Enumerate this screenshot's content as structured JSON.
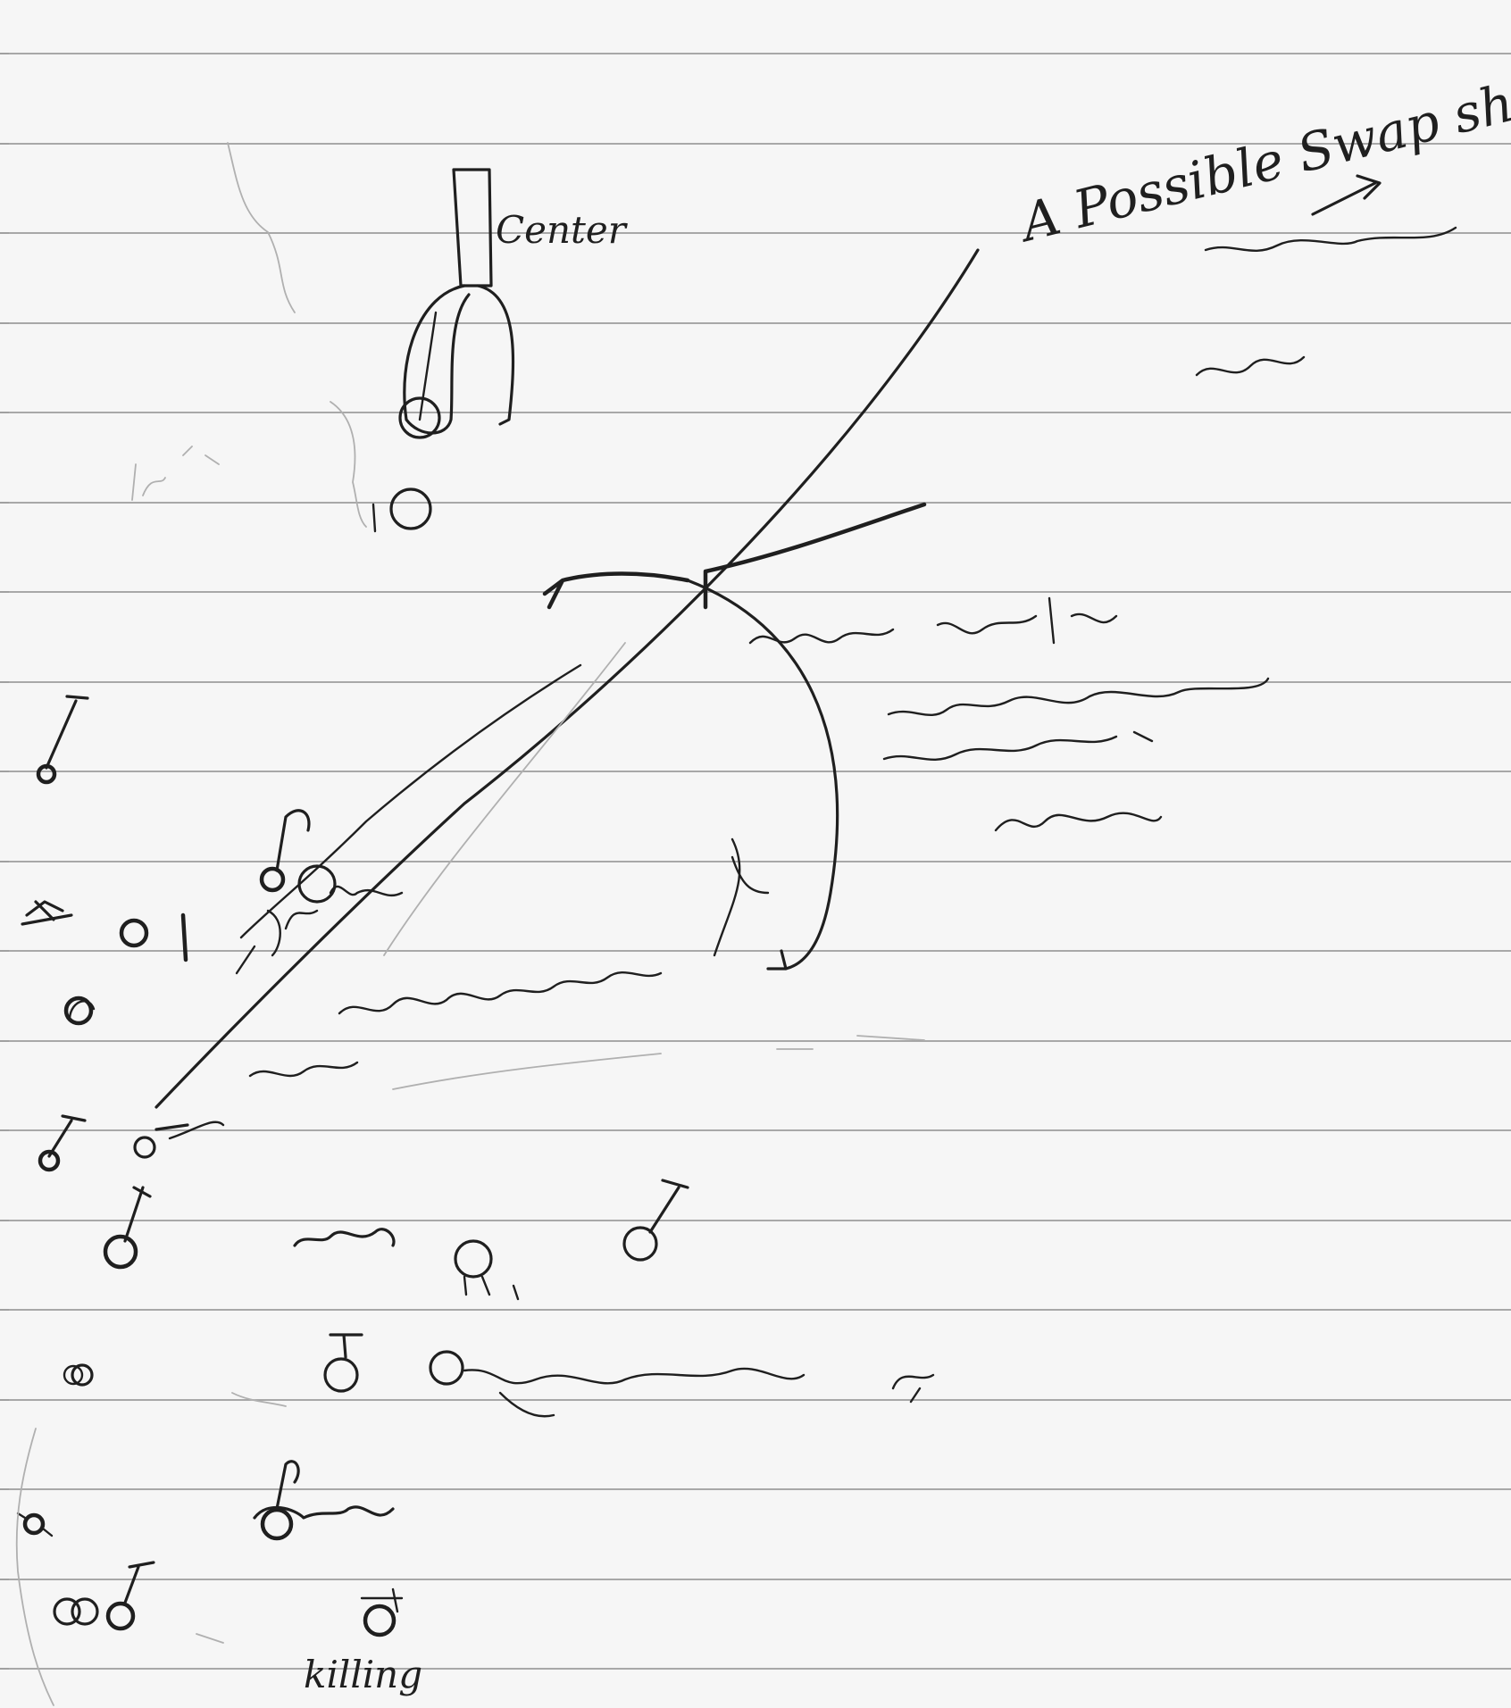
{
  "page": {
    "type": "handwritten lined notebook page",
    "paper_color": "#f6f6f6",
    "ink_color": "#1f1f1f",
    "rule_color": "#9c9c9c"
  },
  "notes": {
    "heading": "A Possible Swap shot",
    "bottom_word": "killing",
    "center_label": "Center"
  }
}
